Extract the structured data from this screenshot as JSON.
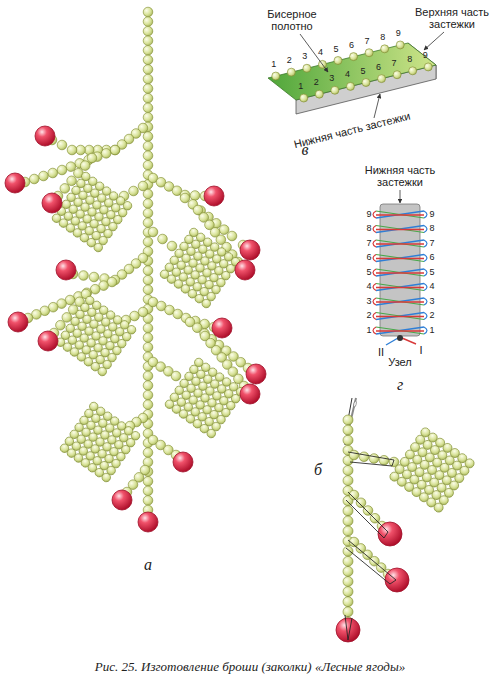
{
  "diagram": {
    "caption": "Рис. 25. Изготовление броши (заколки) «Лесные ягоды»",
    "labels": [
      "Бисерное полотно",
      "Верхняя часть застежки",
      "1",
      "2",
      "3",
      "4",
      "5",
      "6",
      "7",
      "8",
      "9",
      "1",
      "2",
      "3",
      "4",
      "5",
      "6",
      "7",
      "8",
      "9",
      "Нижняя часть застежки",
      "в",
      "Нижняя часть застежки",
      "9",
      "8",
      "7",
      "6",
      "5",
      "4",
      "3",
      "2",
      "1",
      "9",
      "8",
      "7",
      "6",
      "5",
      "4",
      "3",
      "2",
      "1",
      "II",
      "I",
      "Узел",
      "г",
      "а",
      "б"
    ]
  }
}
